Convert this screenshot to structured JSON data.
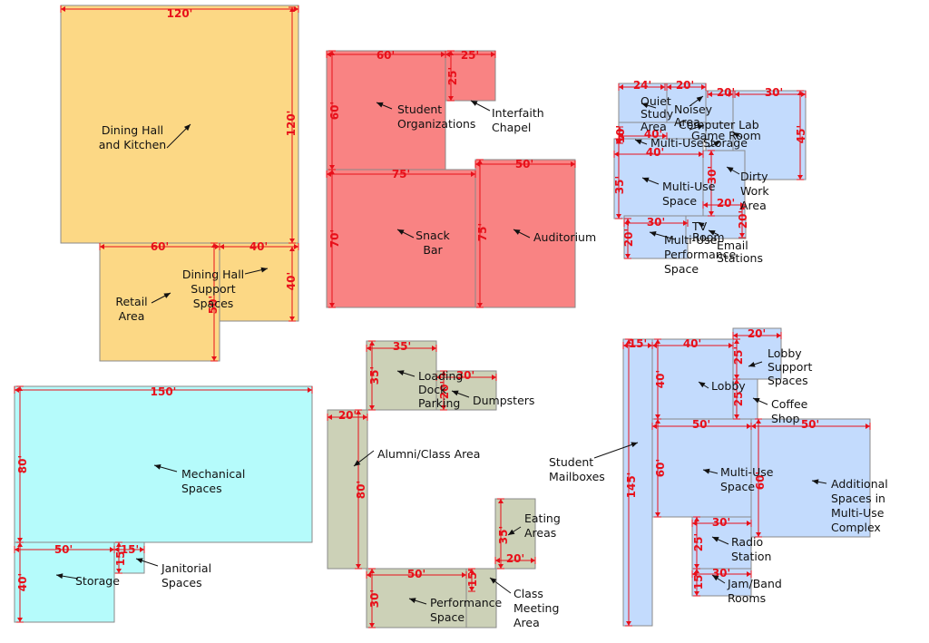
{
  "colors": {
    "dining": "#fcd885",
    "student": "#f98383",
    "recreation": "#c3dbfd",
    "mechanical": "#b5fbfb",
    "service": "#ccd1b7",
    "commons": "#c3dbfd",
    "dimension": "#e8101a",
    "outline": "#8a8a8a"
  },
  "rooms": [
    {
      "id": "dining-hall",
      "color": "dining"
    },
    {
      "id": "retail",
      "color": "dining"
    },
    {
      "id": "dining-support",
      "color": "dining"
    },
    {
      "id": "student-orgs",
      "color": "student"
    },
    {
      "id": "interfaith",
      "color": "student"
    },
    {
      "id": "snack-bar",
      "color": "student"
    },
    {
      "id": "auditorium",
      "color": "student"
    },
    {
      "id": "rec-quiet",
      "color": "recreation"
    },
    {
      "id": "rec-noisy",
      "color": "recreation"
    },
    {
      "id": "rec-computer",
      "color": "recreation"
    },
    {
      "id": "rec-game",
      "color": "recreation"
    },
    {
      "id": "rec-multi-small",
      "color": "recreation"
    },
    {
      "id": "rec-storage",
      "color": "recreation"
    },
    {
      "id": "rec-multi",
      "color": "recreation"
    },
    {
      "id": "rec-dirty",
      "color": "recreation"
    },
    {
      "id": "rec-perf",
      "color": "recreation"
    },
    {
      "id": "rec-tv",
      "color": "recreation"
    },
    {
      "id": "rec-email",
      "color": "recreation"
    },
    {
      "id": "mechanical",
      "color": "mechanical"
    },
    {
      "id": "storage",
      "color": "mechanical"
    },
    {
      "id": "janitorial",
      "color": "mechanical"
    },
    {
      "id": "loading",
      "color": "service"
    },
    {
      "id": "dumpsters",
      "color": "service"
    },
    {
      "id": "alumni",
      "color": "service"
    },
    {
      "id": "eating",
      "color": "service"
    },
    {
      "id": "performance",
      "color": "service"
    },
    {
      "id": "class-meeting",
      "color": "service"
    },
    {
      "id": "mailboxes",
      "color": "commons"
    },
    {
      "id": "lobby",
      "color": "commons"
    },
    {
      "id": "lobby-support",
      "color": "commons"
    },
    {
      "id": "coffee",
      "color": "commons"
    },
    {
      "id": "multi-use-space",
      "color": "commons"
    },
    {
      "id": "additional",
      "color": "commons"
    },
    {
      "id": "radio",
      "color": "commons"
    },
    {
      "id": "jam",
      "color": "commons"
    }
  ],
  "dimensions": [
    "120'",
    "120'",
    "60'",
    "40'",
    "40'",
    "50'",
    "60'",
    "25'",
    "25'",
    "60'",
    "75'",
    "50'",
    "70'",
    "75'",
    "24'",
    "20'",
    "20'",
    "30'",
    "45'",
    "40'",
    "40'",
    "35'",
    "30'",
    "20'",
    "20'",
    "20'",
    "30'",
    "10'",
    "150'",
    "80'",
    "50'",
    "15'",
    "15'",
    "40'",
    "35'",
    "35'",
    "30'",
    "20'",
    "20'",
    "80'",
    "35'",
    "20'",
    "50'",
    "15'",
    "30'",
    "15'",
    "40'",
    "40'",
    "25'",
    "25'",
    "20'",
    "50'",
    "60'",
    "50'",
    "145'",
    "60'",
    "30'",
    "25'",
    "30'",
    "15'"
  ],
  "labels": [
    {
      "lines": [
        "Dining Hall",
        "and Kitchen"
      ]
    },
    {
      "lines": [
        "Retail",
        "Area"
      ]
    },
    {
      "lines": [
        "Dining Hall",
        "Support",
        "Spaces"
      ]
    },
    {
      "lines": [
        "Student",
        "Organizations"
      ]
    },
    {
      "lines": [
        "Interfaith",
        "Chapel"
      ]
    },
    {
      "lines": [
        "Snack",
        "Bar"
      ]
    },
    {
      "lines": [
        "Auditorium"
      ]
    },
    {
      "lines": [
        "Quiet",
        "Study",
        "Area"
      ]
    },
    {
      "lines": [
        "Noisey",
        "Area"
      ]
    },
    {
      "lines": [
        "Computer Lab"
      ]
    },
    {
      "lines": [
        "Game Room"
      ]
    },
    {
      "lines": [
        "Multi-Use"
      ]
    },
    {
      "lines": [
        "Storage"
      ]
    },
    {
      "lines": [
        "Multi-Use",
        "Space"
      ]
    },
    {
      "lines": [
        "Dirty",
        "Work",
        "Area"
      ]
    },
    {
      "lines": [
        "TV",
        "Room"
      ]
    },
    {
      "lines": [
        "Multi-Use",
        "Performance",
        "Space"
      ]
    },
    {
      "lines": [
        "Email",
        "Stations"
      ]
    },
    {
      "lines": [
        "Mechanical",
        "Spaces"
      ]
    },
    {
      "lines": [
        "Storage"
      ]
    },
    {
      "lines": [
        "Janitorial",
        "Spaces"
      ]
    },
    {
      "lines": [
        "Loading",
        "Dock",
        "Parking"
      ]
    },
    {
      "lines": [
        "Dumpsters"
      ]
    },
    {
      "lines": [
        "Alumni/Class Area"
      ]
    },
    {
      "lines": [
        "Eating",
        "Areas"
      ]
    },
    {
      "lines": [
        "Performance",
        "Space"
      ]
    },
    {
      "lines": [
        "Class",
        "Meeting",
        "Area"
      ]
    },
    {
      "lines": [
        "Student",
        "Mailboxes"
      ]
    },
    {
      "lines": [
        "Lobby"
      ]
    },
    {
      "lines": [
        "Lobby",
        "Support",
        "Spaces"
      ]
    },
    {
      "lines": [
        "Coffee",
        "Shop"
      ]
    },
    {
      "lines": [
        "Multi-Use",
        "Space"
      ]
    },
    {
      "lines": [
        "Additional",
        "Spaces in",
        "Multi-Use",
        "Complex"
      ]
    },
    {
      "lines": [
        "Radio",
        "Station"
      ]
    },
    {
      "lines": [
        "Jam/Band",
        "Rooms"
      ]
    }
  ]
}
